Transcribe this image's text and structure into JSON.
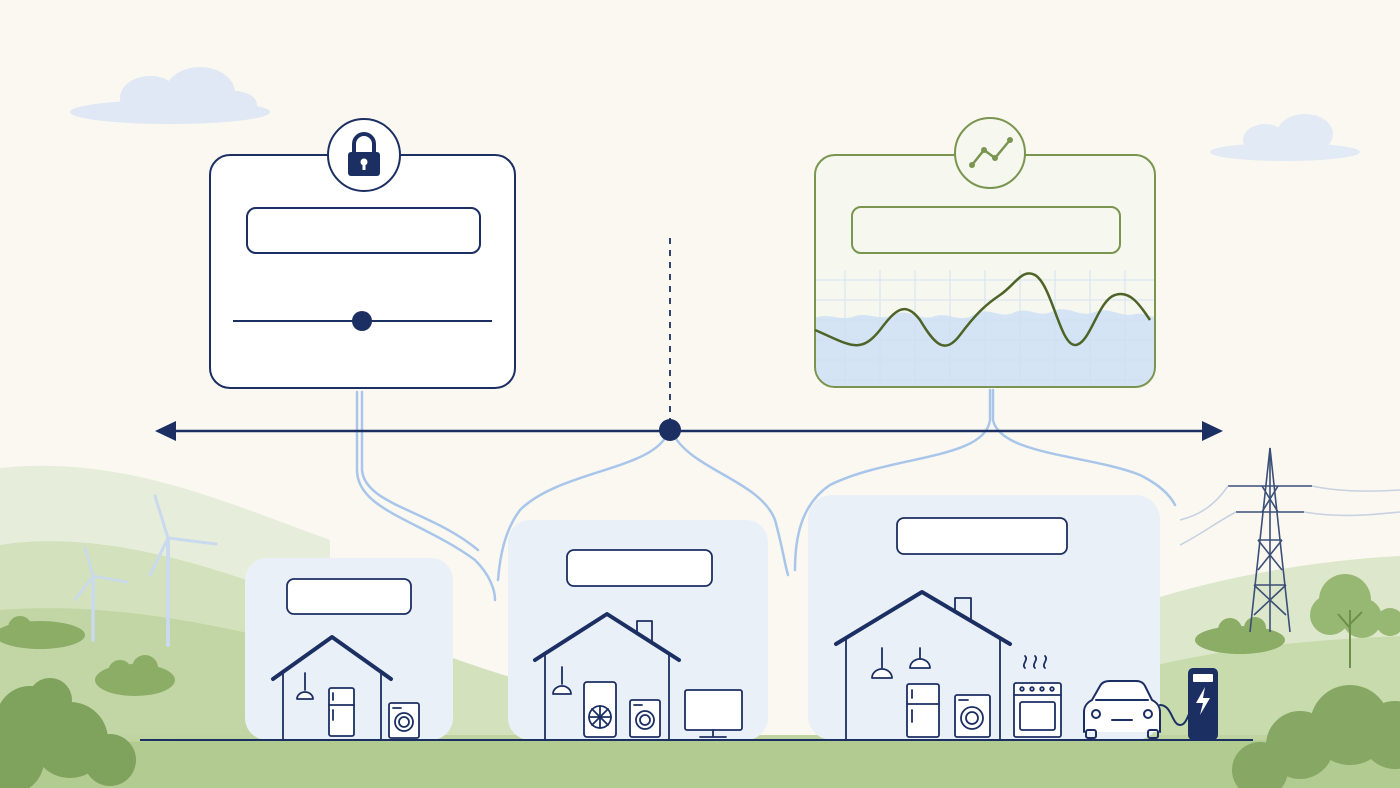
{
  "diagram": {
    "palette": {
      "background": "#faf8f1",
      "navy": "#1c2f63",
      "light_blue_flow": "#a9c6ea",
      "panel_blue": "#eaf0f8",
      "olive": "#7a9550",
      "olive_dark": "#4d6328",
      "hills_light": "#d8e4c2",
      "hills_mid": "#bcd2a0",
      "tree_green": "#7fa35c"
    },
    "cards": [
      {
        "name": "control-card",
        "icon": "padlock-icon",
        "controls": [
          "blank-input-field",
          "slider"
        ]
      },
      {
        "name": "analytics-card",
        "icon": "trend-line-icon",
        "controls": [
          "blank-input-field",
          "wave-line-chart"
        ]
      }
    ],
    "timeline": {
      "arrows": "both-ends",
      "center_marker": "dashed-vertical-line"
    },
    "homes": [
      {
        "size": "small",
        "appliances": [
          "pendant-lamp-icon",
          "fridge-icon",
          "washing-machine-icon"
        ]
      },
      {
        "size": "medium",
        "appliances": [
          "pendant-lamp-icon",
          "heat-pump-icon",
          "washing-machine-icon",
          "monitor-icon"
        ]
      },
      {
        "size": "large",
        "appliances": [
          "pendant-lamp-icon",
          "pendant-lamp-icon",
          "fridge-icon",
          "washing-machine-icon",
          "oven-icon",
          "electric-car-icon",
          "ev-charger-icon"
        ]
      }
    ],
    "landscape": [
      "wind-turbine-icon",
      "transmission-tower-icon",
      "tree-icon",
      "cloud-icon"
    ]
  }
}
